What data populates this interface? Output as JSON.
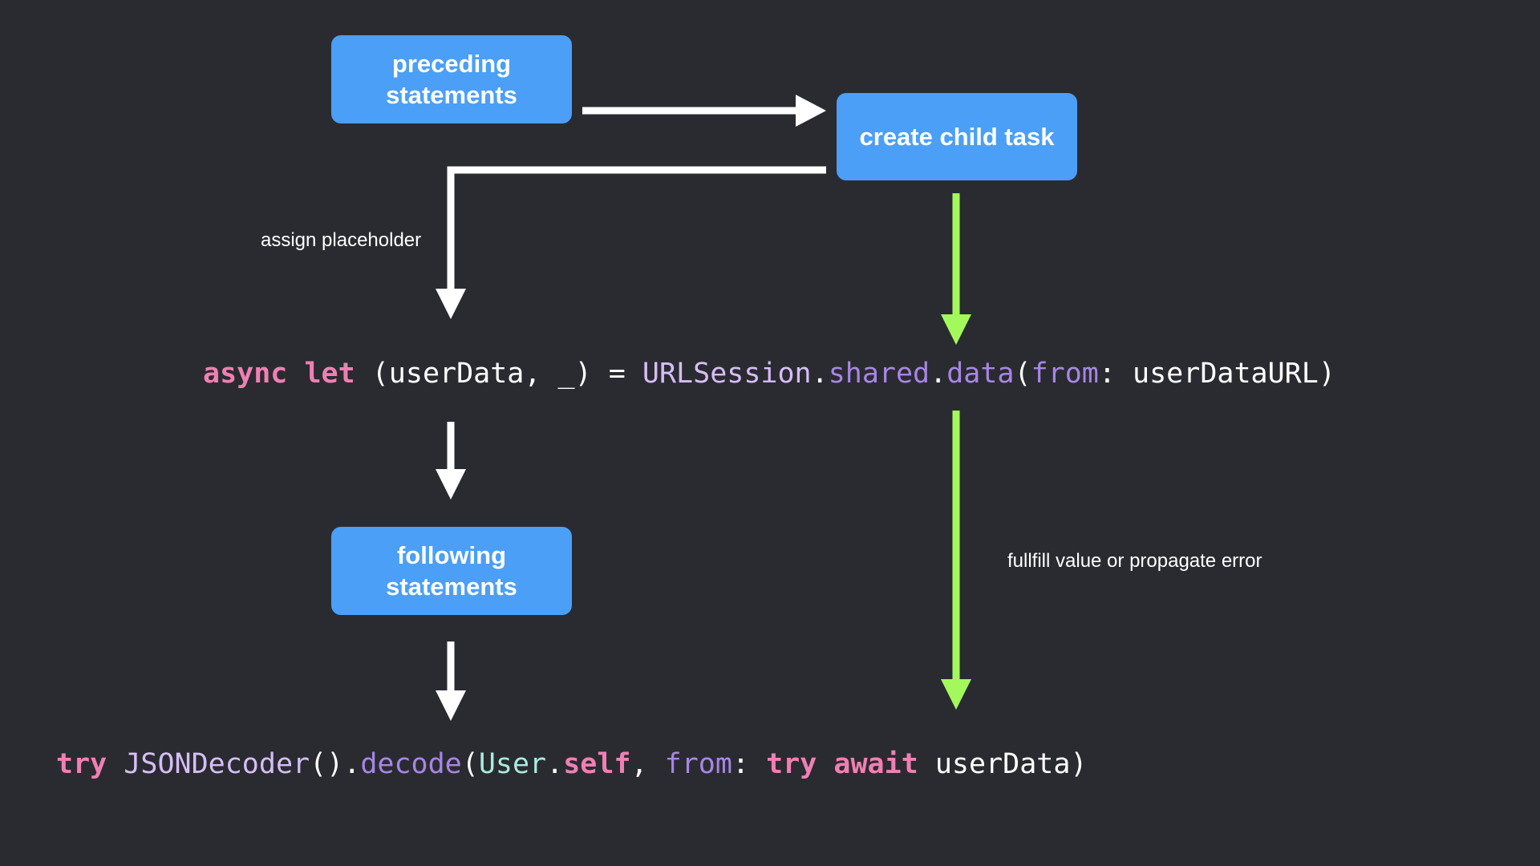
{
  "boxes": {
    "preceding": "preceding statements",
    "child": "create child task",
    "following": "following statements"
  },
  "labels": {
    "assign": "assign placeholder",
    "fulfill": "fullfill value or propagate error"
  },
  "code_line_1": {
    "async": "async",
    "let": "let",
    "destructure": "(userData, _)",
    "eq": "=",
    "urlsession": "URLSession",
    "dot1": ".",
    "shared": "shared",
    "dot2": ".",
    "data": "data",
    "open": "(",
    "from": "from",
    "colon_arg": ": userDataURL)"
  },
  "code_line_2": {
    "try1": "try",
    "jsondecoder": "JSONDecoder",
    "call": "().",
    "decode": "decode",
    "open": "(",
    "user": "User",
    "dot": ".",
    "self": "self",
    "comma": ", ",
    "from": "from",
    "colon": ": ",
    "try2": "try",
    "await": "await",
    "userdata": "userData)"
  },
  "colors": {
    "background": "#2a2b30",
    "box": "#4b9ff6",
    "white_arrow": "#ffffff",
    "green_arrow": "#a3f95c",
    "keyword": "#f07fb3",
    "type": "#d6bdf7",
    "member": "#a885e6",
    "user_type": "#a7ecdf"
  }
}
